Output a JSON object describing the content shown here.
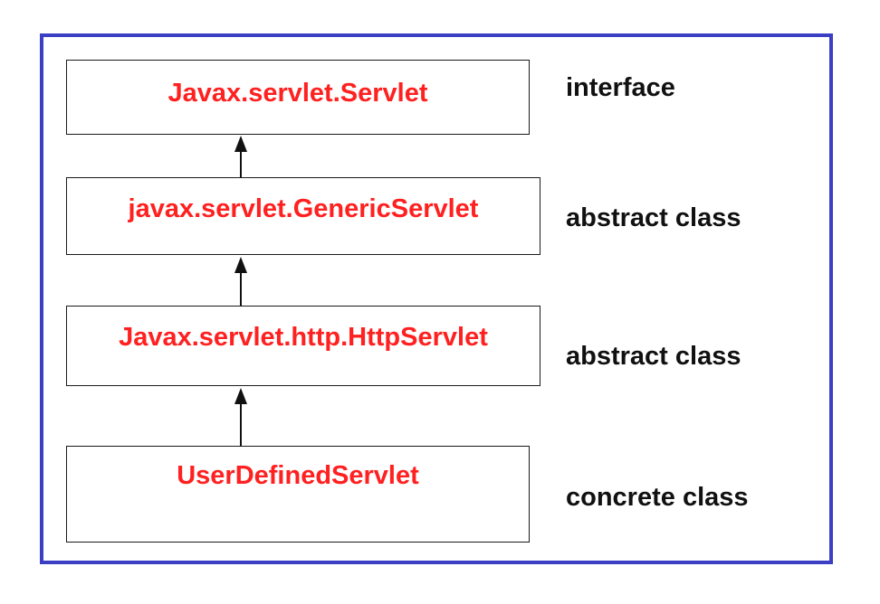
{
  "colors": {
    "frame_border": "#3b3fc4",
    "class_name_text": "#ff2020",
    "kind_text": "#111111",
    "box_border": "#1a1a1a"
  },
  "hierarchy": [
    {
      "class_name": "Javax.servlet.Servlet",
      "kind": "interface"
    },
    {
      "class_name": "javax.servlet.GenericServlet",
      "kind": "abstract class"
    },
    {
      "class_name": "Javax.servlet.http.HttpServlet",
      "kind": "abstract class"
    },
    {
      "class_name": "UserDefinedServlet",
      "kind": "concrete class"
    }
  ],
  "relationships": [
    {
      "from": "javax.servlet.GenericServlet",
      "to": "Javax.servlet.Servlet"
    },
    {
      "from": "Javax.servlet.http.HttpServlet",
      "to": "javax.servlet.GenericServlet"
    },
    {
      "from": "UserDefinedServlet",
      "to": "Javax.servlet.http.HttpServlet"
    }
  ]
}
